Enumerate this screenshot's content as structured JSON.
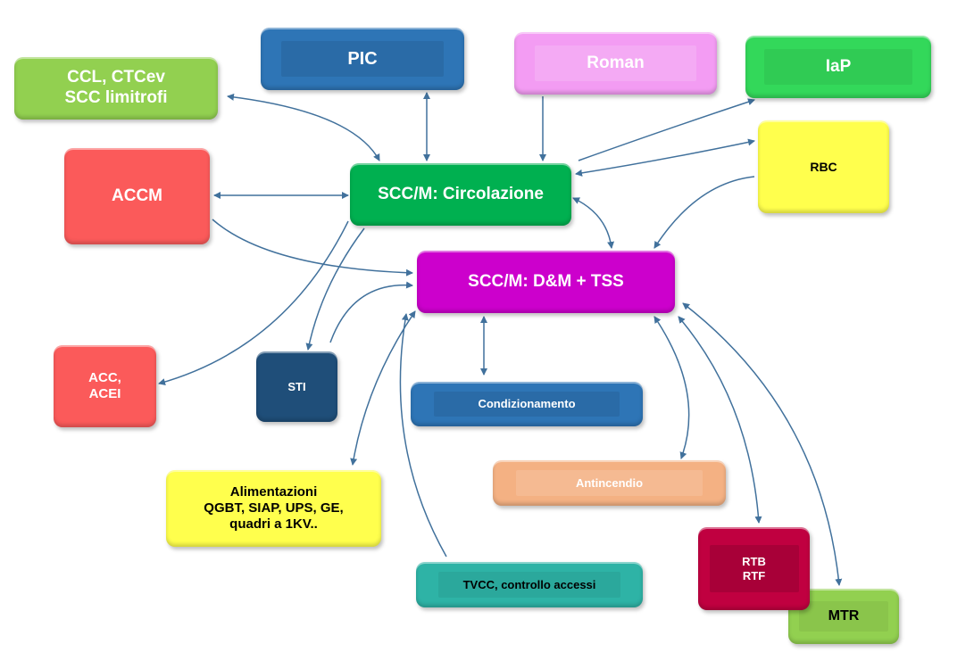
{
  "nodes": {
    "ccl": {
      "label": "CCL, CTCev\nSCC limitrofi",
      "color": "#92d050"
    },
    "pic": {
      "label": "PIC",
      "color": "#2e75b6"
    },
    "roman": {
      "label": "Roman",
      "color": "#f39cf3"
    },
    "iap": {
      "label": "IaP",
      "color": "#33d85a"
    },
    "rbc": {
      "label": "RBC",
      "color": "#ffff4d"
    },
    "accm": {
      "label": "ACCM",
      "color": "#fb5a5a"
    },
    "circolazione": {
      "label": "SCC/M: Circolazione",
      "color": "#00b050"
    },
    "dm_tss": {
      "label": "SCC/M: D&M + TSS",
      "color": "#cc00cc"
    },
    "acc_acei": {
      "label": "ACC,\nACEI",
      "color": "#fb5a5a"
    },
    "sti": {
      "label": "STI",
      "color": "#1f4e79"
    },
    "condizionamento": {
      "label": "Condizionamento",
      "color": "#2e75b6"
    },
    "antincendio": {
      "label": "Antincendio",
      "color": "#f4b183"
    },
    "alimentazioni": {
      "label": "Alimentazioni\nQGBT, SIAP, UPS, GE,\nquadri a 1KV..",
      "color": "#ffff4d"
    },
    "tvcc": {
      "label": "TVCC, controllo accessi",
      "color": "#2eb3a6"
    },
    "rtb_rtf": {
      "label": "RTB\nRTF",
      "color": "#c00040"
    },
    "mtr": {
      "label": "MTR",
      "color": "#92d050"
    }
  },
  "connections": [
    {
      "from": "ccl",
      "to": "circolazione",
      "direction": "both"
    },
    {
      "from": "pic",
      "to": "circolazione",
      "direction": "both"
    },
    {
      "from": "roman",
      "to": "circolazione",
      "direction": "forward"
    },
    {
      "from": "circolazione",
      "to": "iap",
      "direction": "forward"
    },
    {
      "from": "rbc",
      "to": "circolazione",
      "direction": "both"
    },
    {
      "from": "accm",
      "to": "circolazione",
      "direction": "both"
    },
    {
      "from": "accm",
      "to": "dm_tss",
      "direction": "forward"
    },
    {
      "from": "circolazione",
      "to": "dm_tss",
      "direction": "both"
    },
    {
      "from": "rbc",
      "to": "dm_tss",
      "direction": "forward"
    },
    {
      "from": "circolazione",
      "to": "acc_acei",
      "direction": "forward"
    },
    {
      "from": "circolazione",
      "to": "sti",
      "direction": "forward"
    },
    {
      "from": "sti",
      "to": "dm_tss",
      "direction": "forward"
    },
    {
      "from": "dm_tss",
      "to": "condizionamento",
      "direction": "both"
    },
    {
      "from": "dm_tss",
      "to": "alimentazioni",
      "direction": "both"
    },
    {
      "from": "tvcc",
      "to": "dm_tss",
      "direction": "forward"
    },
    {
      "from": "dm_tss",
      "to": "antincendio",
      "direction": "both"
    },
    {
      "from": "dm_tss",
      "to": "rtb_rtf",
      "direction": "both"
    },
    {
      "from": "dm_tss",
      "to": "mtr",
      "direction": "both"
    }
  ],
  "arrow_color": "#41719c"
}
